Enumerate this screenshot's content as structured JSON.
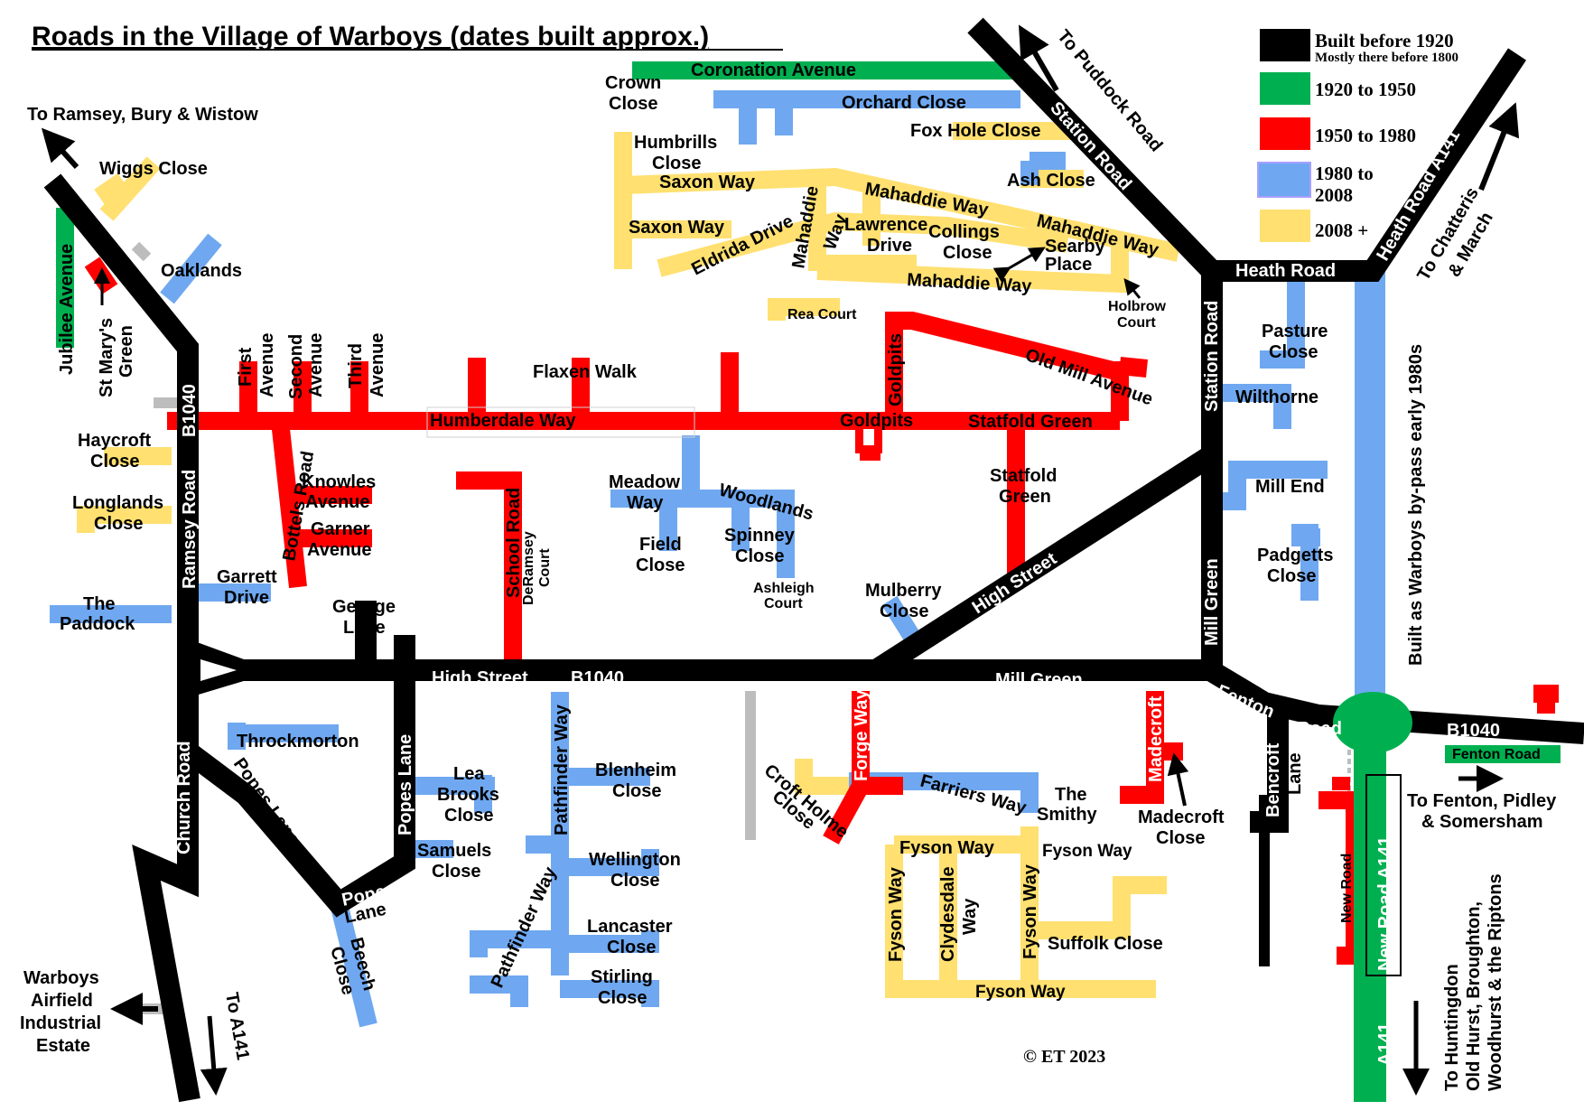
{
  "title": "Roads in the Village of Warboys (dates built approx.)",
  "legend": [
    {
      "label": "Built before 1920",
      "sub": "Mostly there before 1800",
      "color": "#000000"
    },
    {
      "label": "1920 to 1950",
      "sub": "",
      "color": "#00b050"
    },
    {
      "label": "1950 to 1980",
      "sub": "",
      "color": "#ff0000"
    },
    {
      "label": "1980 to",
      "sub": "2008",
      "color": "#6fa8f0"
    },
    {
      "label": "2008 +",
      "sub": "",
      "color": "#ffe070"
    }
  ],
  "colors": {
    "black": "#000000",
    "green": "#00b050",
    "red": "#ff0000",
    "blue": "#6fa8f0",
    "yellow": "#ffe070",
    "grey": "#bdbdbd"
  },
  "labels": {
    "to_ramsey": "To Ramsey, Bury & Wistow",
    "wiggs_close": "Wiggs Close",
    "oaklands": "Oaklands",
    "jubilee_avenue": "Jubilee Avenue",
    "st_marys_1": "St Mary's",
    "st_marys_2": "Green",
    "first_1": "First",
    "first_2": "Avenue",
    "second_1": "Second",
    "second_2": "Avenue",
    "third_1": "Third",
    "third_2": "Avenue",
    "ramsey_road": "Ramsey Road",
    "b1040_v": "B1040",
    "haycroft_1": "Haycroft",
    "haycroft_2": "Close",
    "longlands_1": "Longlands",
    "longlands_2": "Close",
    "bottels_road": "Bottels Road",
    "knowles_1": "Knowles",
    "knowles_2": "Avenue",
    "garner_1": "Garner",
    "garner_2": "Avenue",
    "garrett_1": "Garrett",
    "garrett_2": "Drive",
    "paddock_1": "The",
    "paddock_2": "Paddock",
    "george_1": "George",
    "george_2": "Lane",
    "crown_1": "Crown",
    "crown_2": "Close",
    "coronation_avenue": "Coronation Avenue",
    "orchard_close": "Orchard Close",
    "fox_hole_close": "Fox Hole Close",
    "humbrills_1": "Humbrills",
    "humbrills_2": "Close",
    "saxon_way_1": "Saxon Way",
    "saxon_way_2": "Saxon Way",
    "eldrida_drive": "Eldrida Drive",
    "mahaddie_way_v1": "Mahaddie",
    "mahaddie_way_v2": "Way",
    "lawrence_1": "Lawrence",
    "lawrence_2": "Drive",
    "collings_1": "Collings",
    "collings_2": "Close",
    "mahaddie_way_1": "Mahaddie Way",
    "mahaddie_way_2": "Mahaddie Way",
    "mahaddie_way_3": "Mahaddie Way",
    "ash_close": "Ash Close",
    "searby_1": "Searby",
    "searby_2": "Place",
    "holbrow_1": "Holbrow",
    "holbrow_2": "Court",
    "rea_court": "Rea Court",
    "to_puddock": "To Puddock Road",
    "station_road_diag": "Station Road",
    "station_road_v": "Station Road",
    "heath_road": "Heath Road",
    "heath_road_a141": "Heath Road A141",
    "to_chatteris_1": "To Chatteris",
    "to_chatteris_2": "& March",
    "flaxen_walk": "Flaxen Walk",
    "humberdale_way": "Humberdale Way",
    "goldpits_v": "Goldpits",
    "goldpits_h": "Goldpits",
    "old_mill_avenue": "Old Mill Avenue",
    "statfold_green_h": "Statfold Green",
    "statfold_1": "Statfold",
    "statfold_2": "Green",
    "pasture_1": "Pasture",
    "pasture_2": "Close",
    "wilthorne": "Wilthorne",
    "mill_end": "Mill End",
    "padgetts_1": "Padgetts",
    "padgetts_2": "Close",
    "bypass": "Built as Warboys by-pass early 1980s",
    "mill_green_v": "Mill Green",
    "school_road": "School Road",
    "deramsey_1": "DeRamsey",
    "deramsey_2": "Court",
    "meadow_1": "Meadow",
    "meadow_2": "Way",
    "woodlands": "Woodlands",
    "field_1": "Field",
    "field_2": "Close",
    "spinney_1": "Spinney",
    "spinney_2": "Close",
    "ashleigh_1": "Ashleigh",
    "ashleigh_2": "Court",
    "mulberry_1": "Mulberry",
    "mulberry_2": "Close",
    "high_street_diag": "High Street",
    "high_street_h": "High Street",
    "b1040_h1": "B1040",
    "mill_green_h": "Mill Green",
    "fenton": "Fenton",
    "road": "Road",
    "b1040_h2": "B1040",
    "fenton_road_green": "Fenton Road",
    "to_fenton_1": "To Fenton, Pidley",
    "to_fenton_2": "& Somersham",
    "church_road": "Church Road",
    "throckmorton": "Throckmorton",
    "popes_lane_diag": "Popes Lane",
    "popes_lane_v": "Popes Lane",
    "popes_lane_b1": "Popes",
    "popes_lane_b2": "Lane",
    "beech_1": "Beech",
    "beech_2": "Close",
    "lea_brooks_1": "Lea",
    "lea_brooks_2": "Brooks",
    "lea_brooks_3": "Close",
    "samuels_1": "Samuels",
    "samuels_2": "Close",
    "pathfinder_v": "Pathfinder Way",
    "pathfinder_diag": "Pathfinder Way",
    "blenheim_1": "Blenheim",
    "blenheim_2": "Close",
    "wellington_1": "Wellington",
    "wellington_2": "Close",
    "lancaster_1": "Lancaster",
    "lancaster_2": "Close",
    "stirling_1": "Stirling",
    "stirling_2": "Close",
    "croft_holme_1": "Croft Holme",
    "croft_holme_2": "Close",
    "forge_way": "Forge Way",
    "farriers_way": "Farriers Way",
    "smithy_1": "The",
    "smithy_2": "Smithy",
    "madecroft_v": "Madecroft",
    "madecroft_1": "Madecroft",
    "madecroft_2": "Close",
    "fyson_way_1": "Fyson Way",
    "fyson_way_2": "Fyson Way",
    "fyson_way_v1": "Fyson Way",
    "clydesdale_1": "Clydesdale",
    "clydesdale_2": "Way",
    "fyson_way_v2": "Fyson Way",
    "suffolk_close": "Suffolk Close",
    "fyson_way_3": "Fyson Way",
    "bencroft_1": "Bencroft",
    "bencroft_2": "Lane",
    "new_road_red": "New Road",
    "new_road_a141": "New Road  A141",
    "a141_bottom": "A141",
    "to_huntingdon_1": "To Huntingdon",
    "to_huntingdon_2": "Old Hurst, Broughton,",
    "to_huntingdon_3": "Woodhurst &  the Riptons",
    "airfield_1": "Warboys",
    "airfield_2": "Airfield",
    "airfield_3": "Industrial",
    "airfield_4": "Estate",
    "to_a141": "To A141",
    "copyright": "© ET 2023"
  }
}
